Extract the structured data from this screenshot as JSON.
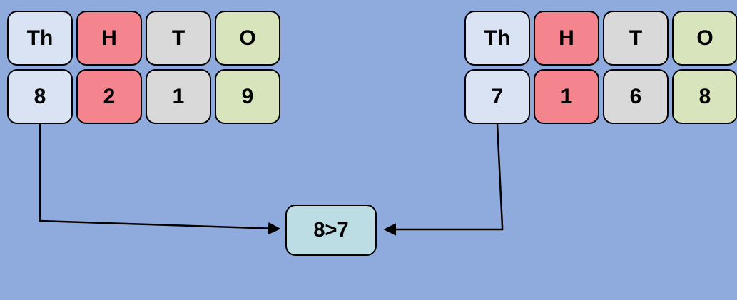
{
  "colors": {
    "background": "#8FAADC",
    "thousands_cell": "#DAE3F3",
    "hundreds_cell": "#F4848E",
    "tens_cell": "#D9D9D9",
    "ones_cell": "#D7E4BC",
    "comparison_cell": "#BDDDE4",
    "arrow": "#000000"
  },
  "left_table": {
    "headers": [
      "Th",
      "H",
      "T",
      "O"
    ],
    "digits": [
      "8",
      "2",
      "1",
      "9"
    ]
  },
  "right_table": {
    "headers": [
      "Th",
      "H",
      "T",
      "O"
    ],
    "digits": [
      "7",
      "1",
      "6",
      "8"
    ]
  },
  "comparison": {
    "label": "8>7"
  }
}
